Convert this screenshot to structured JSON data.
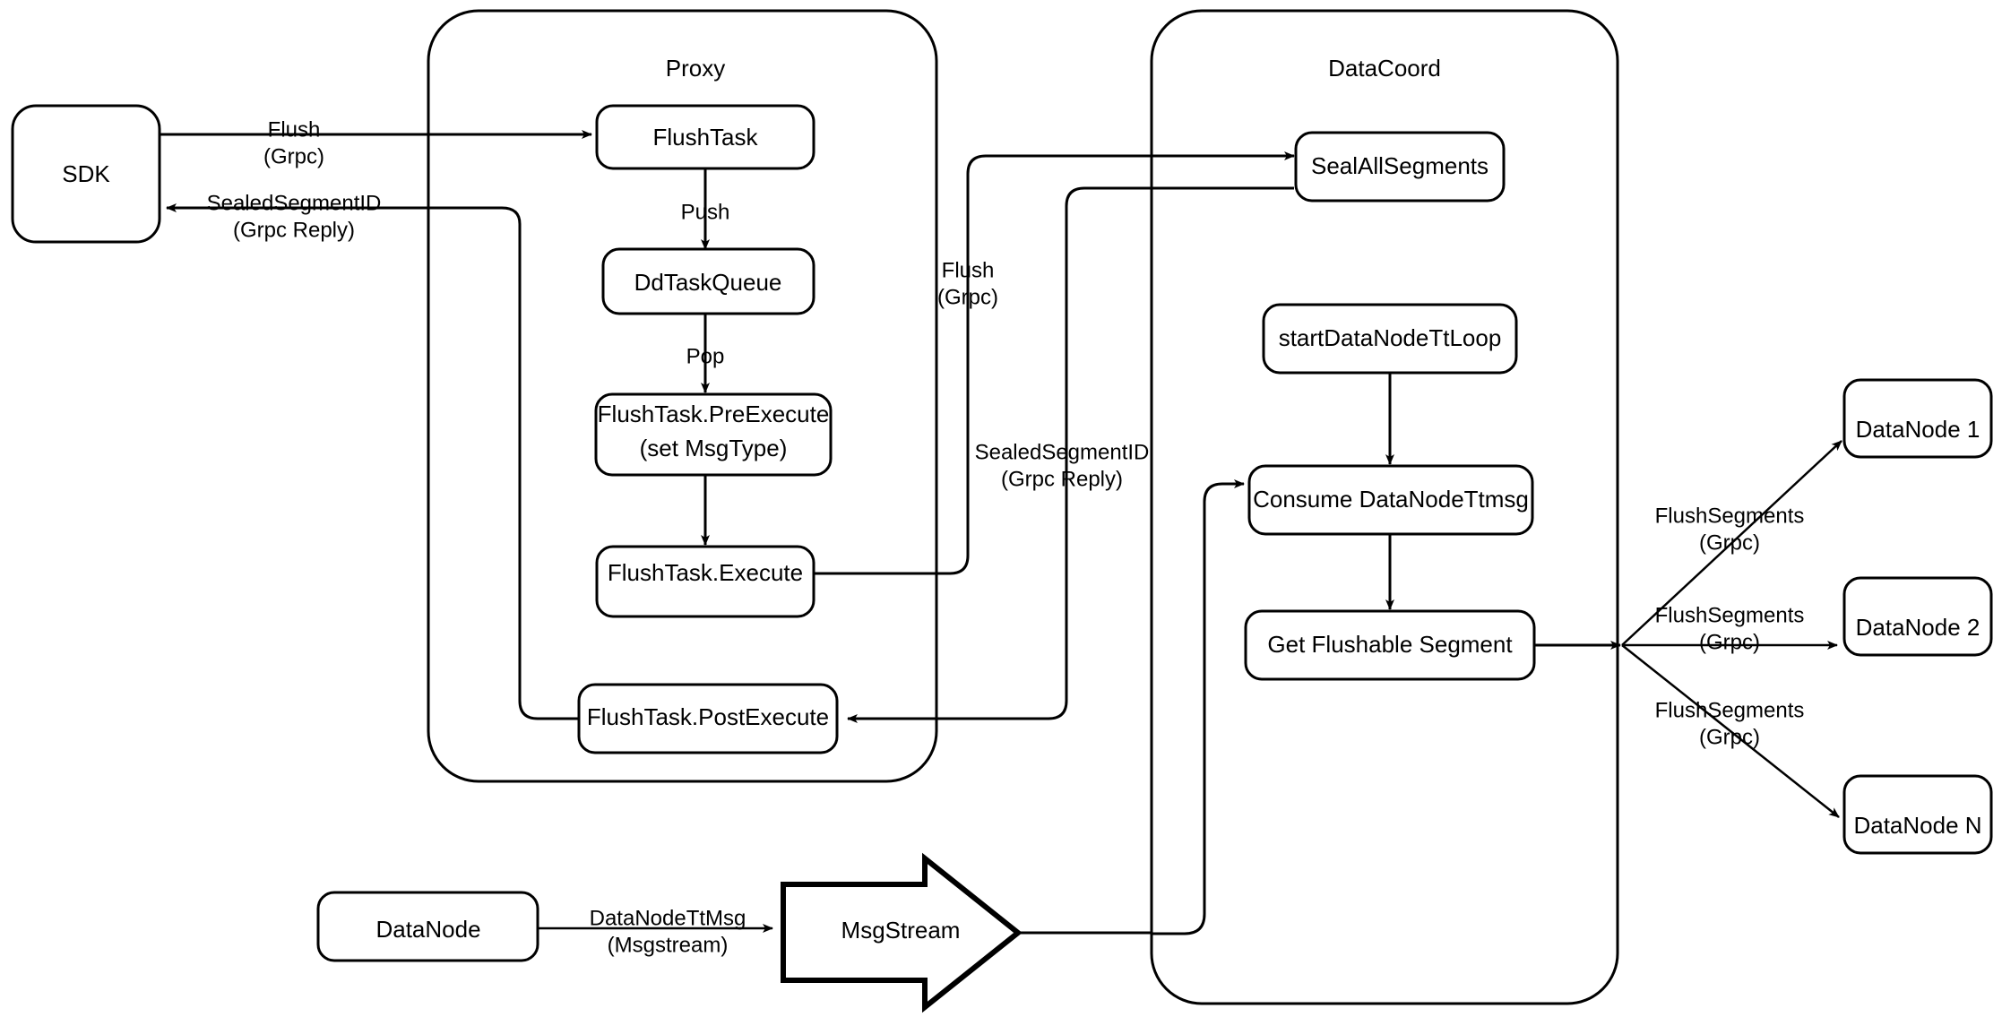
{
  "diagram": {
    "title": "Milvus Flush Sequence Architecture",
    "stroke_color": "#000000",
    "fill_color": "#ffffff"
  },
  "containers": [
    {
      "id": "proxy",
      "label": "Proxy"
    },
    {
      "id": "datacoord",
      "label": "DataCoord"
    }
  ],
  "nodes": {
    "sdk": "SDK",
    "flush_task": "FlushTask",
    "dd_task_queue": "DdTaskQueue",
    "pre_execute_line1": "FlushTask.PreExecute",
    "pre_execute_line2": "(set MsgType)",
    "execute": "FlushTask.Execute",
    "post_execute": "FlushTask.PostExecute",
    "seal_all_segments": "SealAllSegments",
    "start_tt_loop": "startDataNodeTtLoop",
    "consume_tt_msg": "Consume DataNodeTtmsg",
    "get_flushable_segment": "Get Flushable Segment",
    "datanode_1": "DataNode 1",
    "datanode_2": "DataNode 2",
    "datanode_n": "DataNode N",
    "datanode_bottom": "DataNode",
    "msgstream": "MsgStream"
  },
  "edge_labels": {
    "sdk_to_proxy_line1": "Flush",
    "sdk_to_proxy_line2": "(Grpc)",
    "proxy_to_sdk_line1": "SealedSegmentID",
    "proxy_to_sdk_line2": "(Grpc Reply)",
    "push": "Push",
    "pop": "Pop",
    "proxy_to_dc_line1": "Flush",
    "proxy_to_dc_line2": "(Grpc)",
    "dc_to_proxy_line1": "SealedSegmentID",
    "dc_to_proxy_line2": "(Grpc Reply)",
    "flush_segments_1_line1": "FlushSegments",
    "flush_segments_1_line2": "(Grpc)",
    "flush_segments_2_line1": "FlushSegments",
    "flush_segments_2_line2": "(Grpc)",
    "flush_segments_n_line1": "FlushSegments",
    "flush_segments_n_line2": "(Grpc)",
    "datanode_tt_msg_line1": "DataNodeTtMsg",
    "datanode_tt_msg_line2": "(Msgstream)"
  }
}
